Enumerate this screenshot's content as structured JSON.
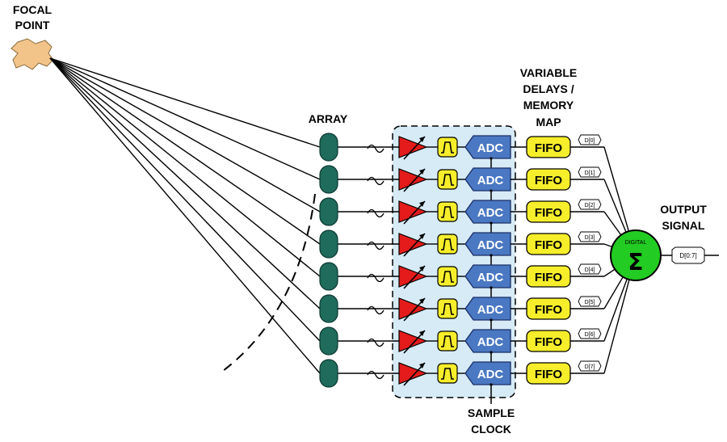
{
  "labels": {
    "focal_point": [
      "FOCAL",
      "POINT"
    ],
    "array": "ARRAY",
    "variable_delays": [
      "VARIABLE",
      "DELAYS /",
      "MEMORY",
      "MAP"
    ],
    "output_signal": [
      "OUTPUT",
      "SIGNAL"
    ],
    "sample_clock": [
      "SAMPLE",
      "CLOCK"
    ]
  },
  "blocks": {
    "adc": "ADC",
    "fifo": "FIFO",
    "summer_label": "DIGITAL",
    "summer_symbol": "Σ"
  },
  "channel_tags": [
    "D[0]",
    "D[1]",
    "D[2]",
    "D[3]",
    "D[4]",
    "D[5]",
    "D[6]",
    "D[7]"
  ],
  "output_tag": "D[0:7]",
  "colors": {
    "array_element": "#1f6b5c",
    "amplifier": "#e31b1b",
    "filter": "#f6ee2a",
    "adc": "#4a78c2",
    "fifo": "#f6ee2a",
    "summer": "#22cc22",
    "panel": "#d6ebf6",
    "focal": "#f2c48a"
  }
}
